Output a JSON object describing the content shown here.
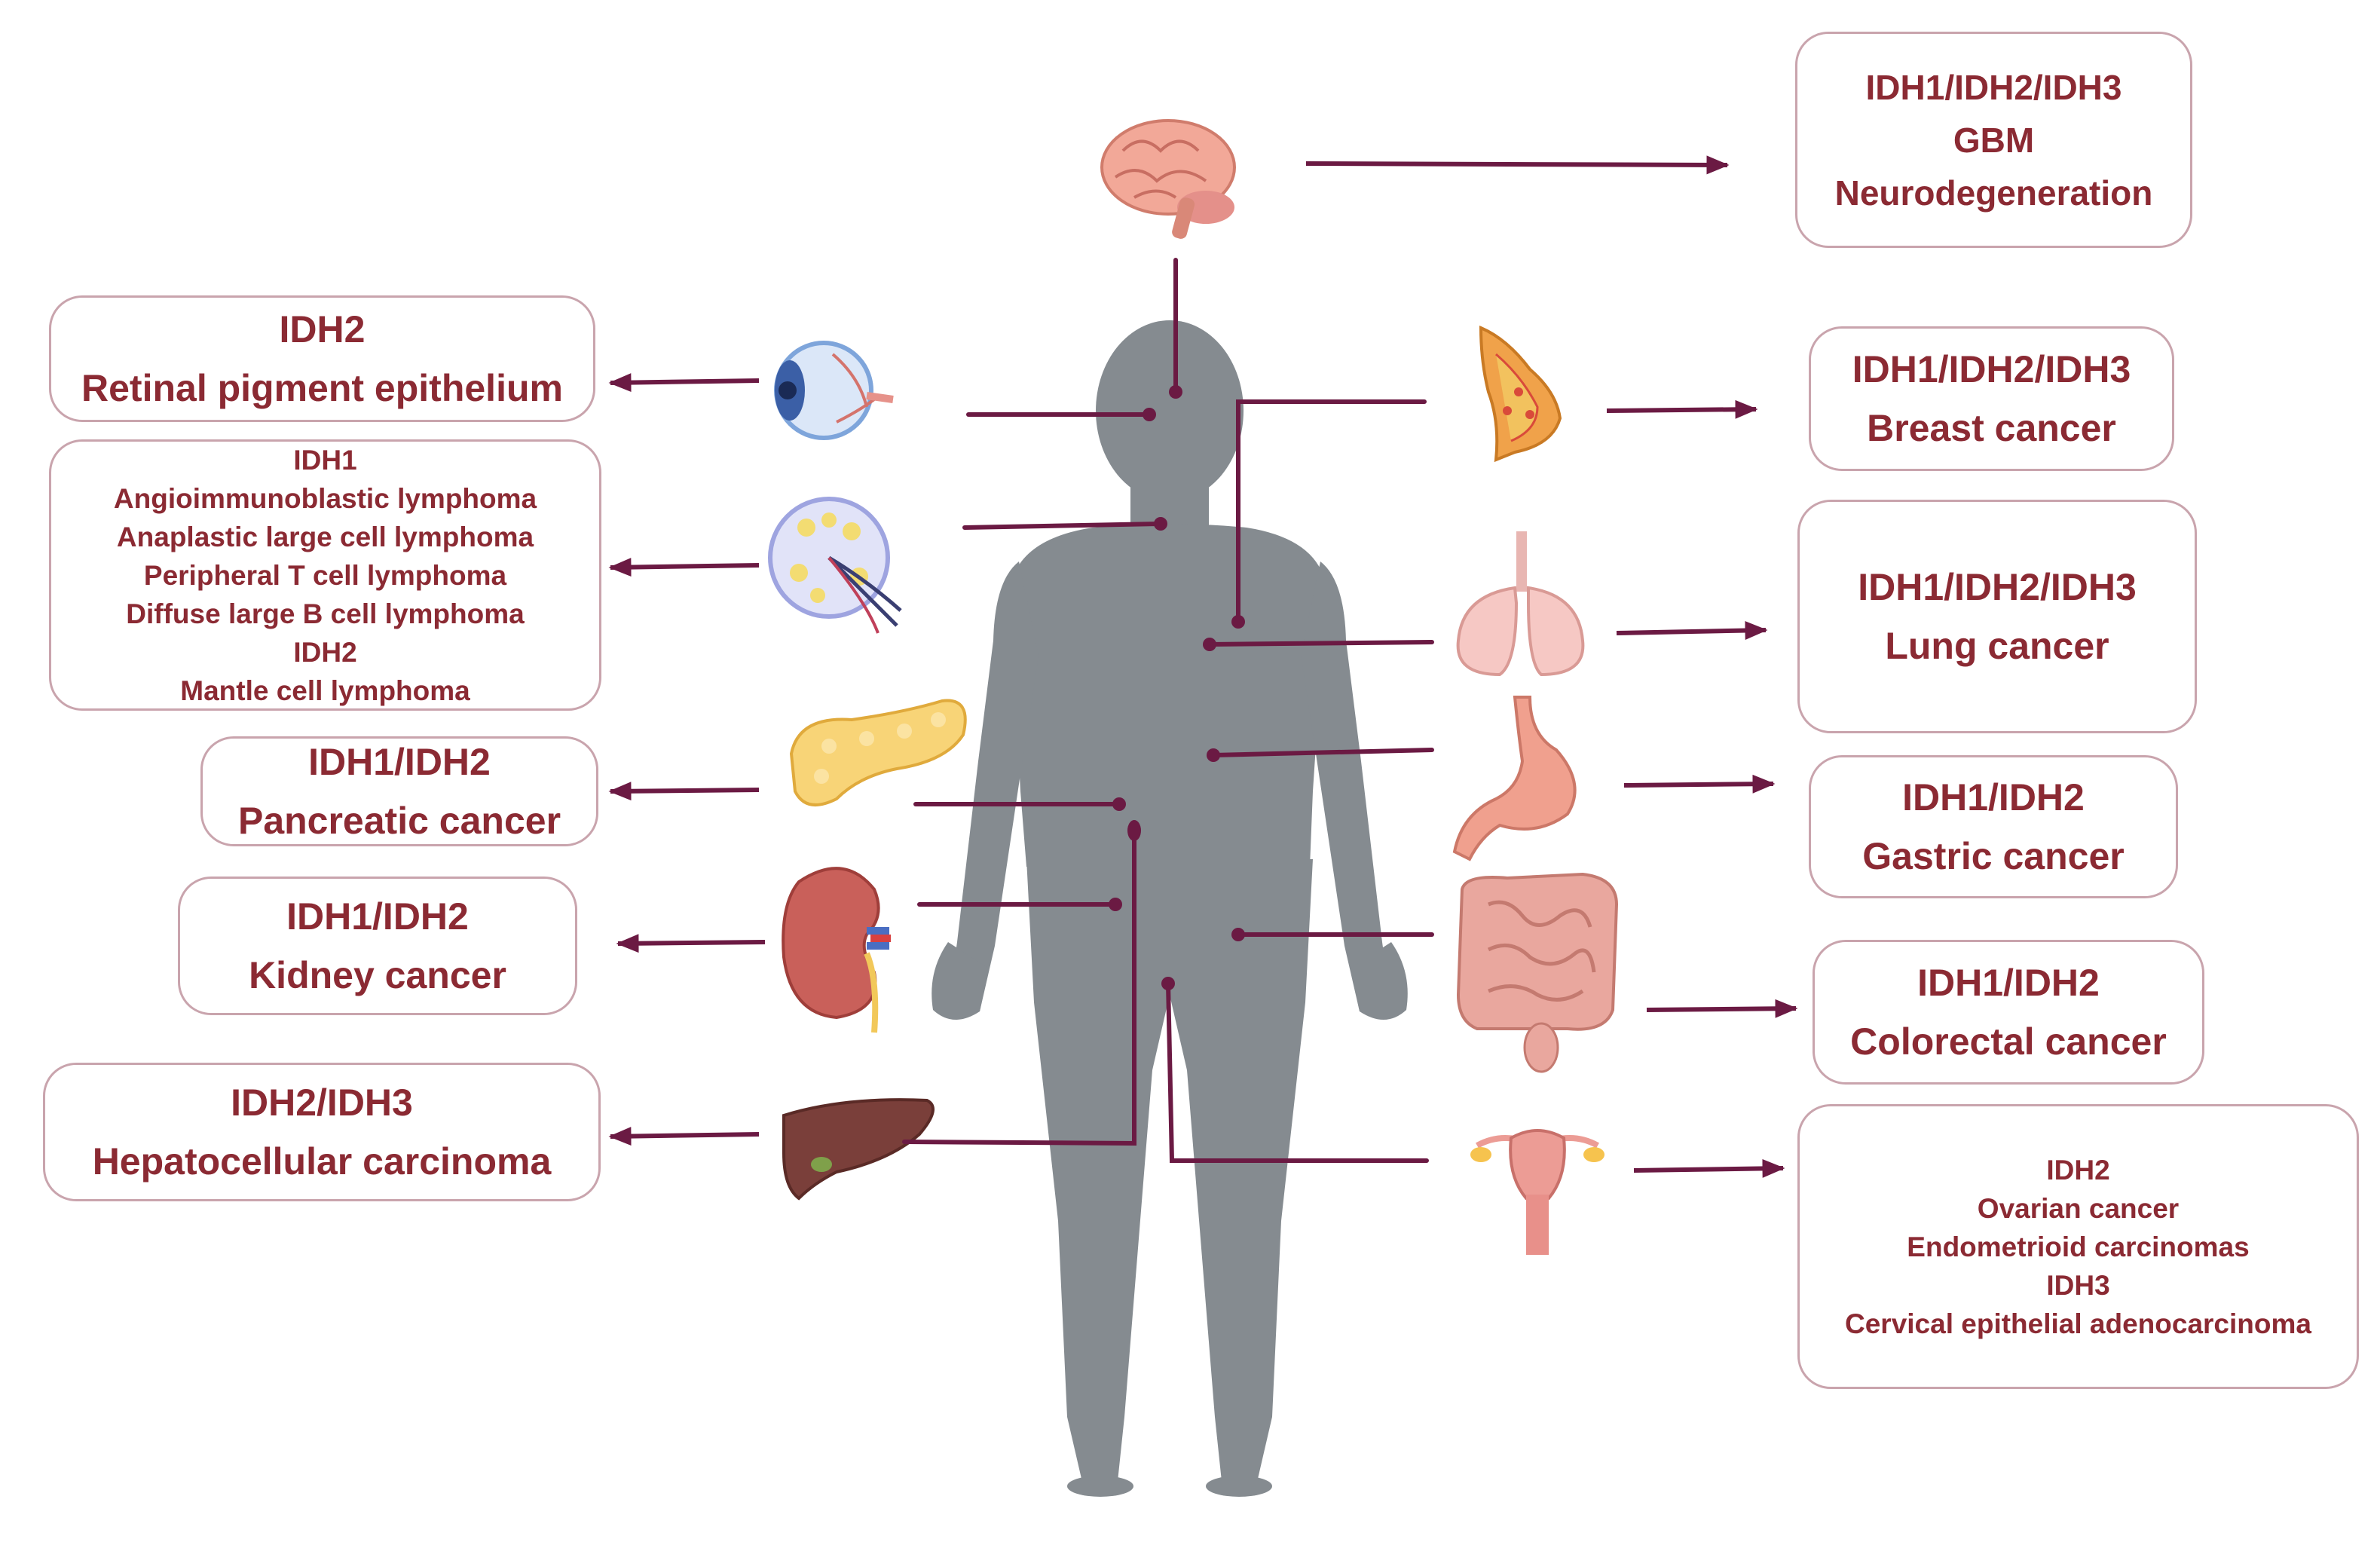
{
  "colors": {
    "label_text": "#8b2a33",
    "box_border": "#c9a4ad",
    "connector_line": "#6b1a43",
    "body_silhouette": "#858b90",
    "background": "#ffffff"
  },
  "organs": [
    {
      "id": "brain",
      "icon": "brain-icon",
      "color": "#f2a898"
    },
    {
      "id": "eye",
      "icon": "eye-icon",
      "color": "#a9c8ee"
    },
    {
      "id": "lymph",
      "icon": "lymph-node-icon",
      "color": "#c9cdf2"
    },
    {
      "id": "pancreas",
      "icon": "pancreas-icon",
      "color": "#f8d477"
    },
    {
      "id": "kidney",
      "icon": "kidney-icon",
      "color": "#c9605a"
    },
    {
      "id": "liver",
      "icon": "liver-icon",
      "color": "#7a3f3a"
    },
    {
      "id": "breast",
      "icon": "breast-icon",
      "color": "#f0a24a"
    },
    {
      "id": "lung",
      "icon": "lung-icon",
      "color": "#f6c8c4"
    },
    {
      "id": "stomach",
      "icon": "stomach-icon",
      "color": "#f0a08e"
    },
    {
      "id": "intestine",
      "icon": "intestine-icon",
      "color": "#e9a79e"
    },
    {
      "id": "uterus",
      "icon": "uterus-icon",
      "color": "#ec9c95"
    }
  ],
  "labels": {
    "brain": [
      "IDH1/IDH2/IDH3",
      "GBM",
      "Neurodegeneration"
    ],
    "eye": [
      "IDH2",
      "Retinal pigment epithelium"
    ],
    "lymph": [
      "IDH1",
      "Angioimmunoblastic lymphoma",
      "Anaplastic large cell lymphoma",
      "Peripheral T cell lymphoma",
      "Diffuse large B cell lymphoma",
      "IDH2",
      "Mantle cell lymphoma"
    ],
    "pancreas": [
      "IDH1/IDH2",
      "Pancreatic cancer"
    ],
    "kidney": [
      "IDH1/IDH2",
      "Kidney cancer"
    ],
    "liver": [
      "IDH2/IDH3",
      "Hepatocellular carcinoma"
    ],
    "breast": [
      "IDH1/IDH2/IDH3",
      "Breast cancer"
    ],
    "lung": [
      "IDH1/IDH2/IDH3",
      "Lung cancer"
    ],
    "stomach": [
      "IDH1/IDH2",
      "Gastric cancer"
    ],
    "intestine": [
      "IDH1/IDH2",
      "Colorectal cancer"
    ],
    "uterus": [
      "IDH2",
      "Ovarian  cancer",
      "Endometrioid carcinomas",
      "IDH3",
      "Cervical epithelial adenocarcinoma"
    ]
  }
}
